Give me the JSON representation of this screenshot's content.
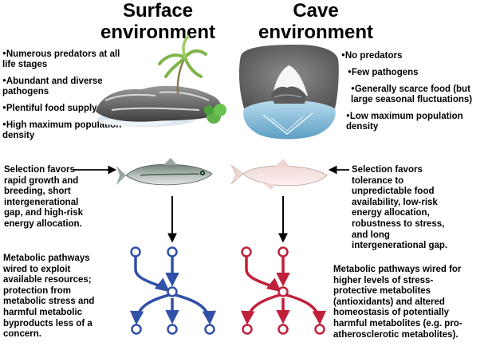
{
  "titles": {
    "surface": "Surface\nenvironment",
    "cave": "Cave\nenvironment"
  },
  "surface_bullets": [
    "Numerous predators at all life stages",
    "Abundant and diverse pathogens",
    "Plentiful food supply",
    "High maximum population density"
  ],
  "cave_bullets": [
    "No predators",
    "Few pathogens",
    "Generally scarce food (but large seasonal fluctuations)",
    "Low maximum population density"
  ],
  "selection": {
    "surface": "Selection favors\nrapid growth and\nbreeding, short\nintergenerational\ngap, and high-risk\nenergy allocation.",
    "cave": "Selection favors\ntolerance to\nunpredictable food\navailability, low-risk\nenergy allocation,\nrobustness to stress,\nand long\nintergenerational gap."
  },
  "metabolic": {
    "surface": "Metabolic pathways\nwired to exploit\navailable resources;\nprotection from\nmetabolic stress and\nharmful metabolic\nbyproducts less of a\nconcern.",
    "cave": "Metabolic pathways wired for\nhigher levels of stress-\nprotective metabolites\n(antioxidants) and altered\nhomeostasis of potentially\nharmful metabolites (e.g. pro-\natherosclerotic metabolites)."
  },
  "colors": {
    "surface_pathway": "#3150a8",
    "cave_pathway": "#c0203a",
    "arrow": "#000000"
  }
}
